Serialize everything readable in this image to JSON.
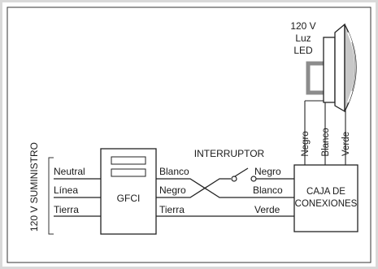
{
  "supply": {
    "label": "120 V SUMINISTRO",
    "wires": [
      "Neutral",
      "Línea",
      "Tierra"
    ]
  },
  "gfci": {
    "label": "GFCI"
  },
  "gfci_out": [
    "Blanco",
    "Negro",
    "Tierra"
  ],
  "switch": {
    "label": "INTERRUPTOR"
  },
  "box_in": [
    "Negro",
    "Blanco",
    "Verde"
  ],
  "junction_box": {
    "line1": "CAJA DE",
    "line2": "CONEXIONES"
  },
  "fixture": {
    "line1": "120 V",
    "line2": "Luz",
    "line3": "LED"
  },
  "fixture_wires": [
    "Negro",
    "Blanco",
    "Verde"
  ],
  "colors": {
    "frame": "#d9d9d9",
    "stroke": "#222222",
    "fixture_gray": "#8c8c8c"
  }
}
